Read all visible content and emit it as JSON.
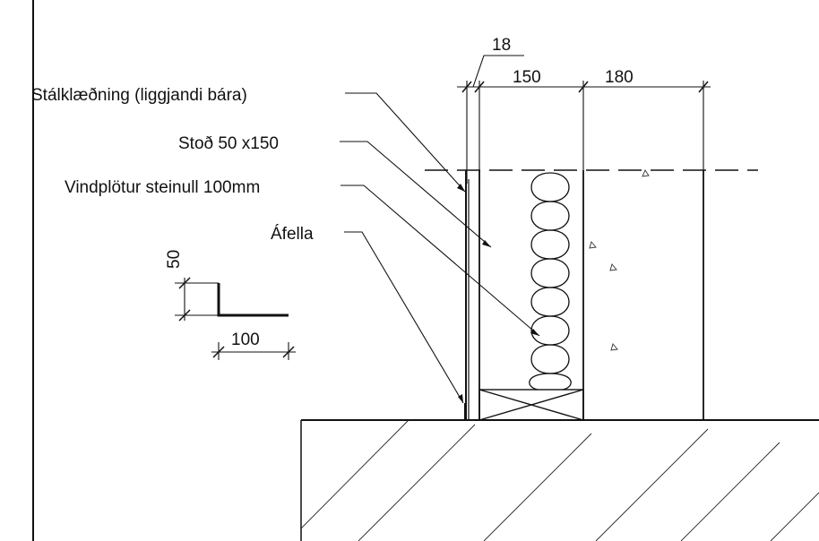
{
  "labels": {
    "cladding": "Stálklæðning (liggjandi bára)",
    "stud": "Stoð 50 x150",
    "wind_board": "Vindplötur steinull 100mm",
    "flashing": "Áfella"
  },
  "dimensions": {
    "gap": "18",
    "stud_depth": "150",
    "spacing": "180",
    "angle_height": "50",
    "angle_width": "100"
  },
  "colors": {
    "line": "#111111",
    "background": "#ffffff"
  }
}
